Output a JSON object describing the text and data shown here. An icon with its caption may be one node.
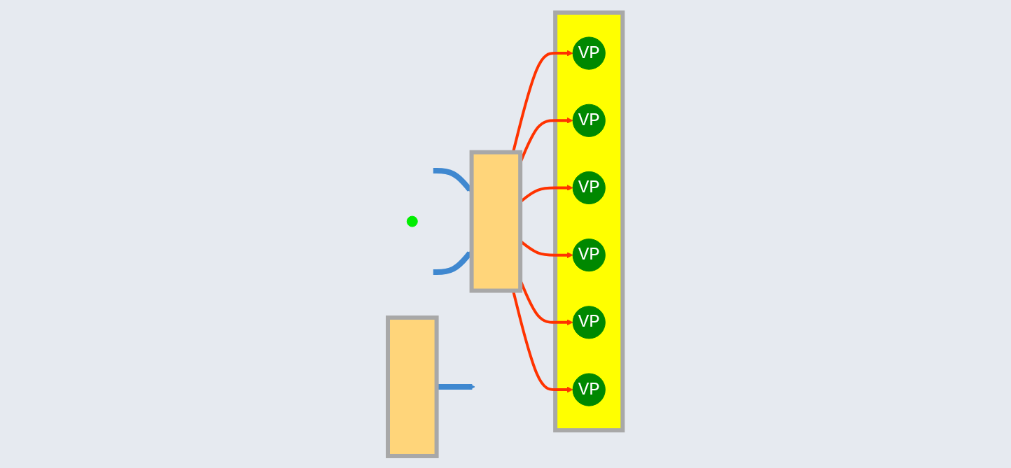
{
  "diagram": {
    "nodes": [
      {
        "text": [],
        "shape": "box"
      },
      {
        "text": [],
        "shape": "bar"
      },
      {
        "text": [
          "VP"
        ],
        "in": 0
      },
      {
        "text": [
          "VP"
        ],
        "in": 0
      },
      {
        "text": [
          "VP"
        ],
        "in": 0
      },
      {
        "text": [
          "VP"
        ],
        "in": 0
      },
      {
        "text": [
          "VP"
        ],
        "in": 0
      },
      {
        "text": [
          "VP"
        ],
        "in": 0
      },
      {
        "text": [],
        "shape": "bar"
      },
      {
        "text": [],
        "shape": "circle"
      }
    ],
    "edges": [
      {
        "from": null,
        "to": 1,
        "arrow": "to",
        "style": "thick",
        "color": "#3f88d0"
      },
      {
        "from": null,
        "to": 1,
        "arrow": "to",
        "style": "thick",
        "color": "#3f88d0"
      },
      {
        "from": 1,
        "to": 2,
        "arrow": "to"
      },
      {
        "from": 1,
        "to": 3,
        "arrow": "to"
      },
      {
        "from": 1,
        "to": 4,
        "arrow": "to"
      },
      {
        "from": 1,
        "to": 5,
        "arrow": "to"
      },
      {
        "from": 1,
        "to": 6,
        "arrow": "to"
      },
      {
        "from": 1,
        "to": 7,
        "arrow": "to"
      },
      {
        "from": 8,
        "to": null,
        "arrow": "to",
        "style": "thick",
        "color": "#3f88d0"
      }
    ]
  }
}
